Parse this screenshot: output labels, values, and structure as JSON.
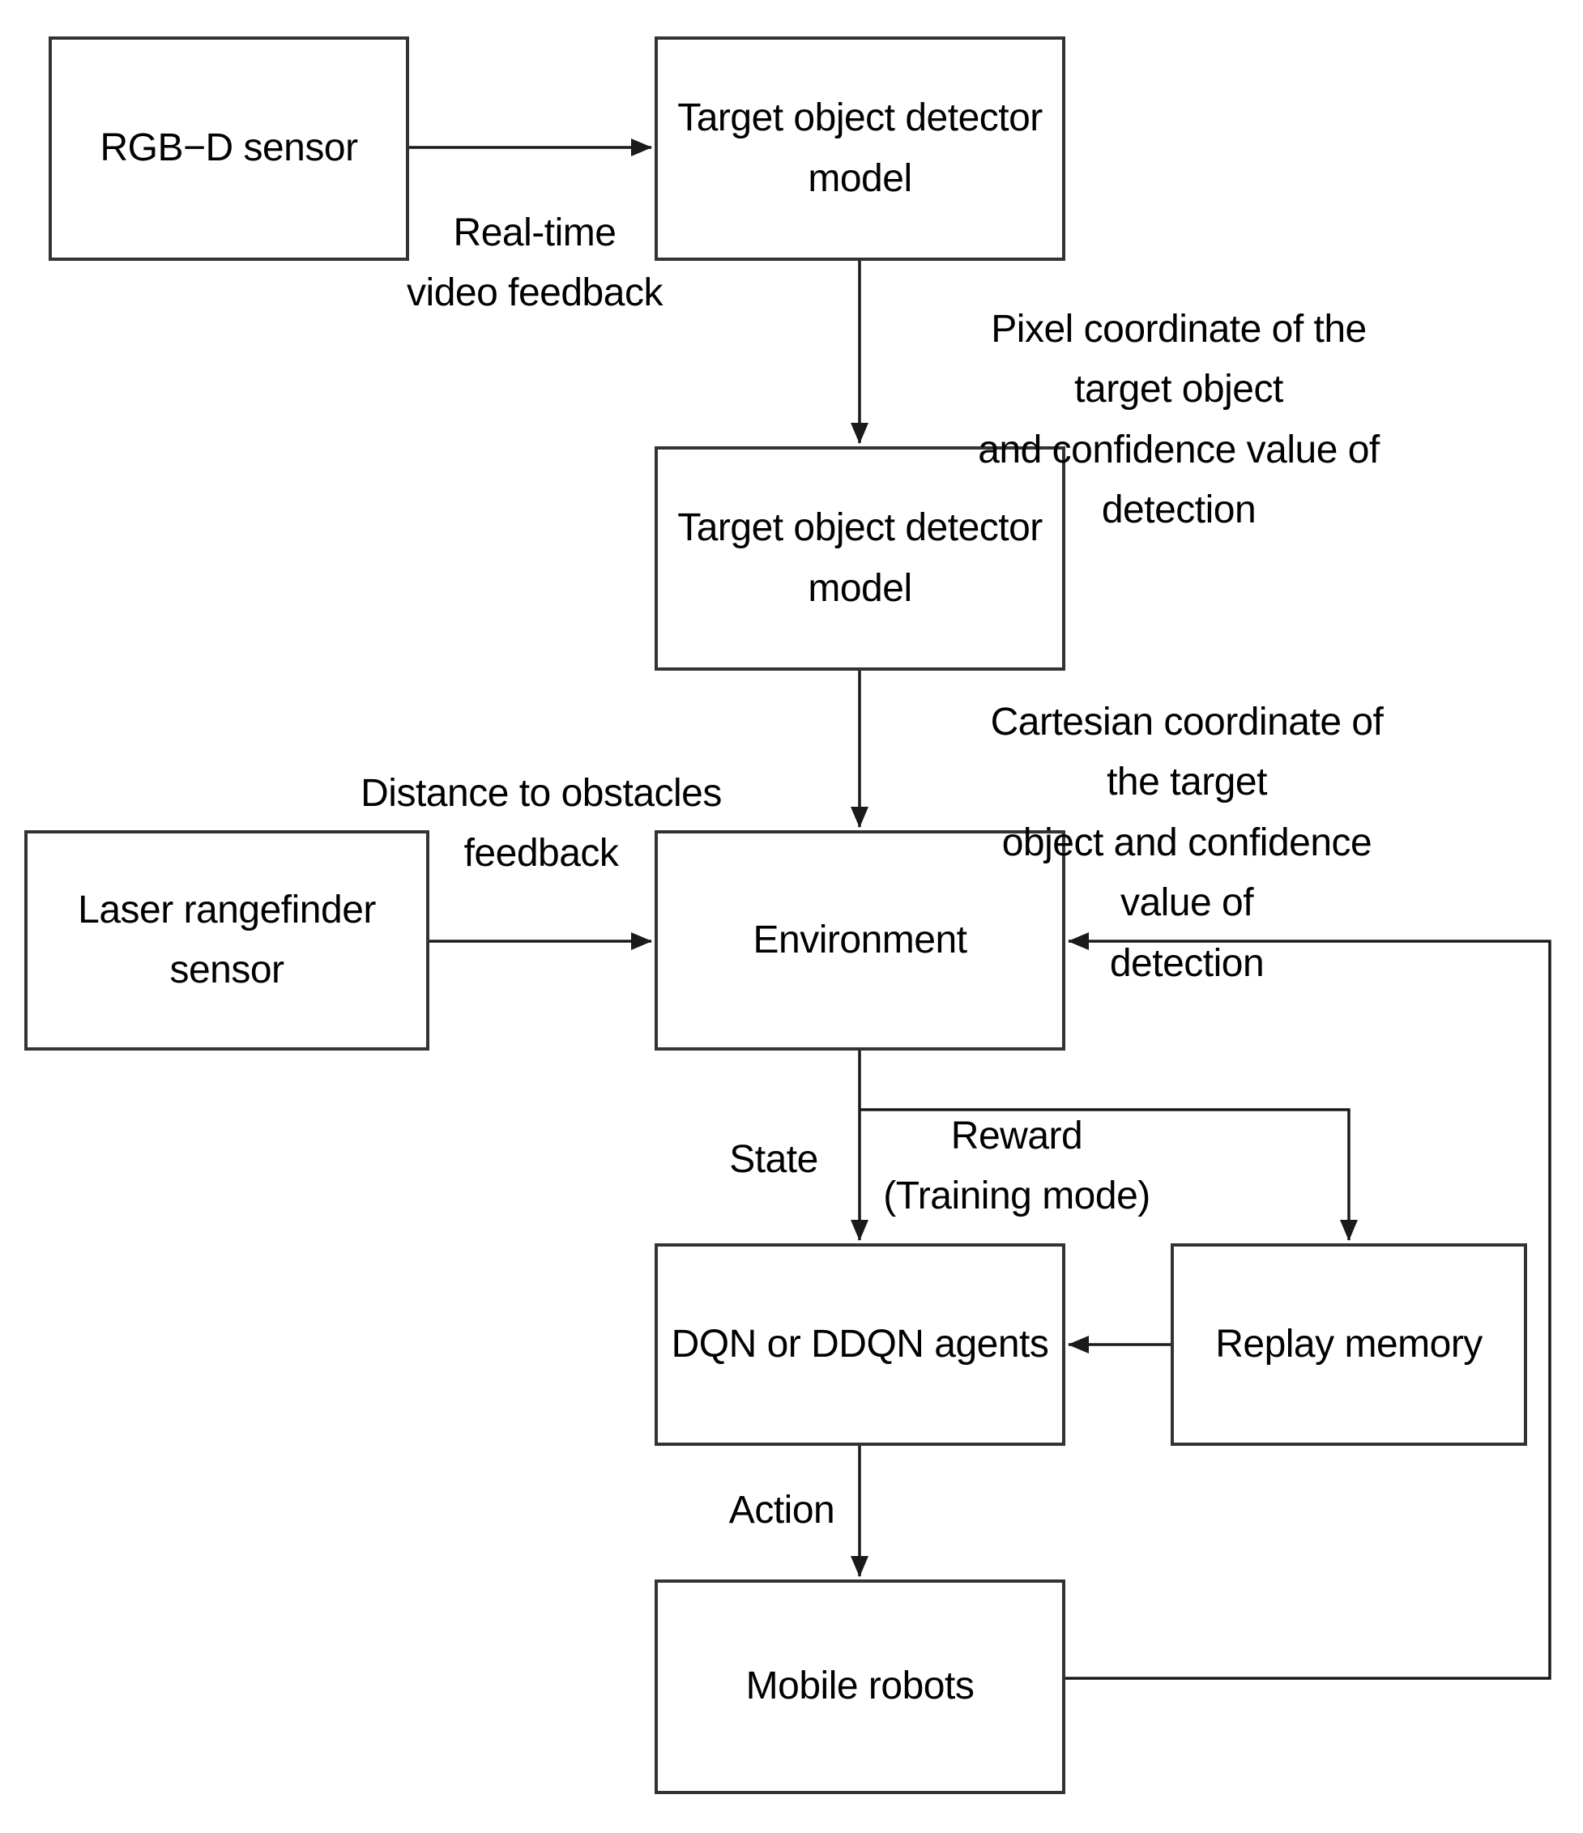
{
  "diagram": {
    "boxes": {
      "rgbd": "RGB−D sensor",
      "detector1": "Target object detector\nmodel",
      "detector2": "Target object detector\nmodel",
      "laser": "Laser rangefinder\nsensor",
      "environment": "Environment",
      "dqn": "DQN or DDQN agents",
      "replay": "Replay memory",
      "mobile": "Mobile robots"
    },
    "edge_labels": {
      "realtime": "Real-time\nvideo feedback",
      "pixel": "Pixel coordinate of the target object\nand confidence value of detection",
      "cartesian": "Cartesian coordinate of the target\nobject and confidence value of\ndetection",
      "distance": "Distance to obstacles\nfeedback",
      "state": "State",
      "reward": "Reward\n(Training mode)",
      "action": "Action"
    },
    "colors": {
      "background": "#ffffff",
      "box_fill": "#ffffff",
      "box_border": "#333333",
      "connector": "#1a1a1a",
      "text": "#000000"
    }
  }
}
